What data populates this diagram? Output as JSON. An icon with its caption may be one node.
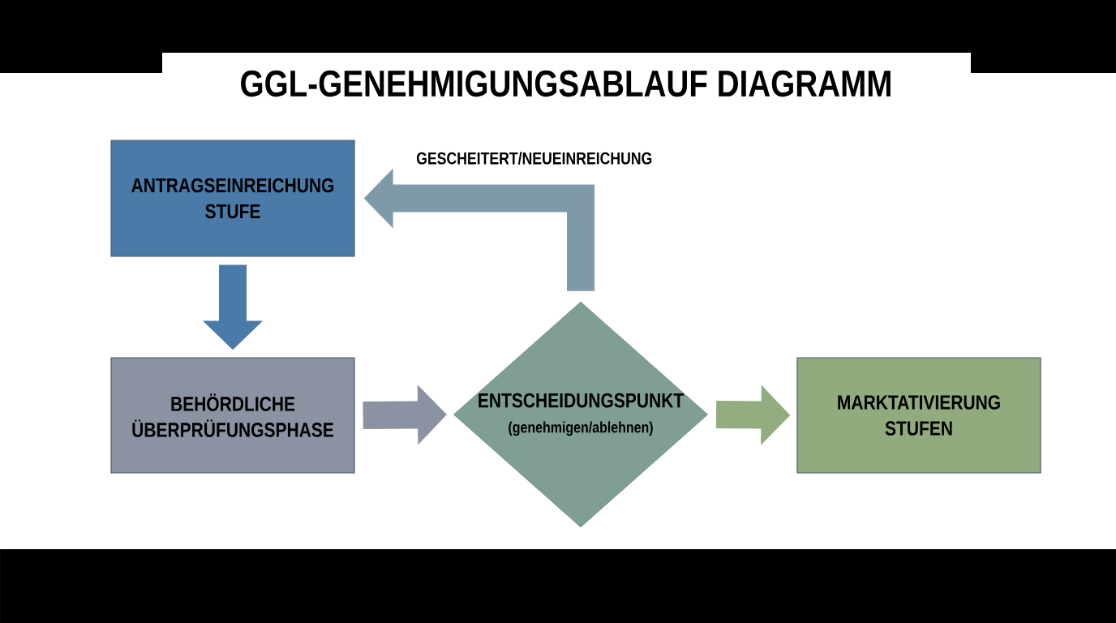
{
  "diagram": {
    "title": "GGL-GENEHMIGUNGSABLAUF DIAGRAMM",
    "nodes": [
      {
        "text": [
          "ANTRAGSEINREICHUNG STUFE"
        ]
      },
      {
        "text": [
          "BEHÖRDLICHE ÜBERPRÜFUNGSPHASE"
        ]
      },
      {
        "text": [
          "ENTSCHEIDUNGSPUNKT",
          "(genehmigen/ablehnen)"
        ]
      },
      {
        "text": [
          "MARKTATIVIERUNG STUFEN"
        ]
      }
    ],
    "edges": [
      {
        "from": 0,
        "to": 1,
        "arrow": "to",
        "color": "#4a7aa8"
      },
      {
        "from": 1,
        "to": 2,
        "arrow": "to",
        "color": "#8b93a3"
      },
      {
        "from": 2,
        "to": 3,
        "arrow": "to",
        "color": "#93ad80"
      },
      {
        "from": 2,
        "to": 0,
        "arrow": "to",
        "label": "GESCHEITERT/NEUEINREICHUNG",
        "color": "#7e9aaa"
      }
    ]
  }
}
